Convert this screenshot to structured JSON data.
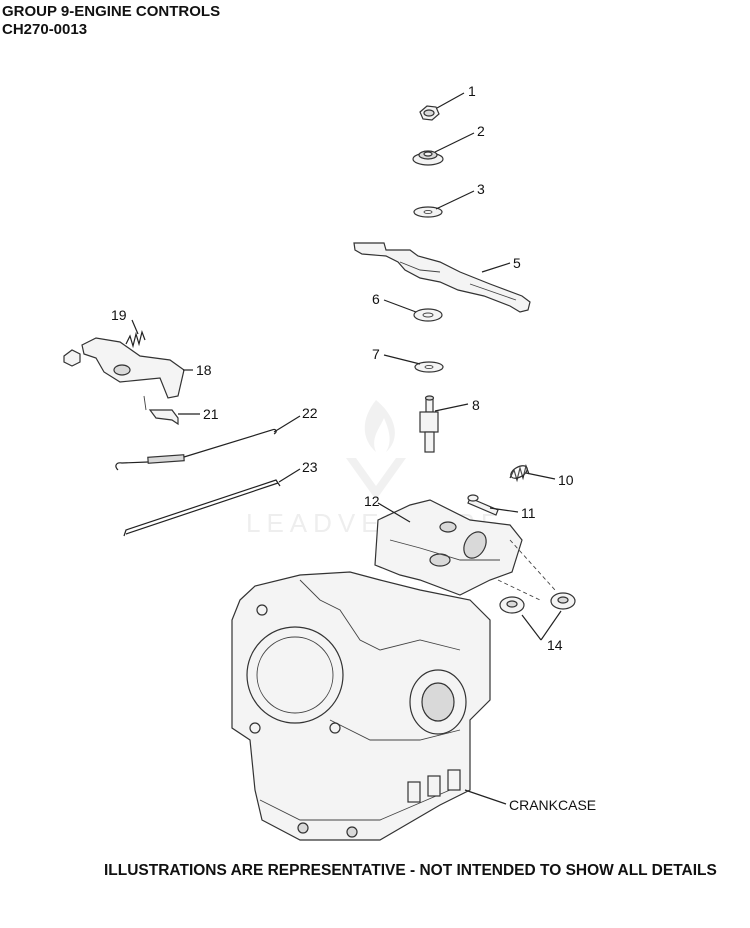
{
  "header": {
    "line1": "GROUP 9-ENGINE CONTROLS",
    "line2": "CH270-0013"
  },
  "footer": {
    "note": "ILLUSTRATIONS ARE REPRESENTATIVE - NOT INTENDED TO SHOW ALL DETAILS"
  },
  "watermark": {
    "text": "LEADVENTURE"
  },
  "callouts": {
    "c1": "1",
    "c2": "2",
    "c3": "3",
    "c5": "5",
    "c6": "6",
    "c7": "7",
    "c8": "8",
    "c10": "10",
    "c11": "11",
    "c12": "12",
    "c14": "14",
    "c18": "18",
    "c19": "19",
    "c21": "21",
    "c22": "22",
    "c23": "23",
    "crankcase": "CRANKCASE"
  }
}
